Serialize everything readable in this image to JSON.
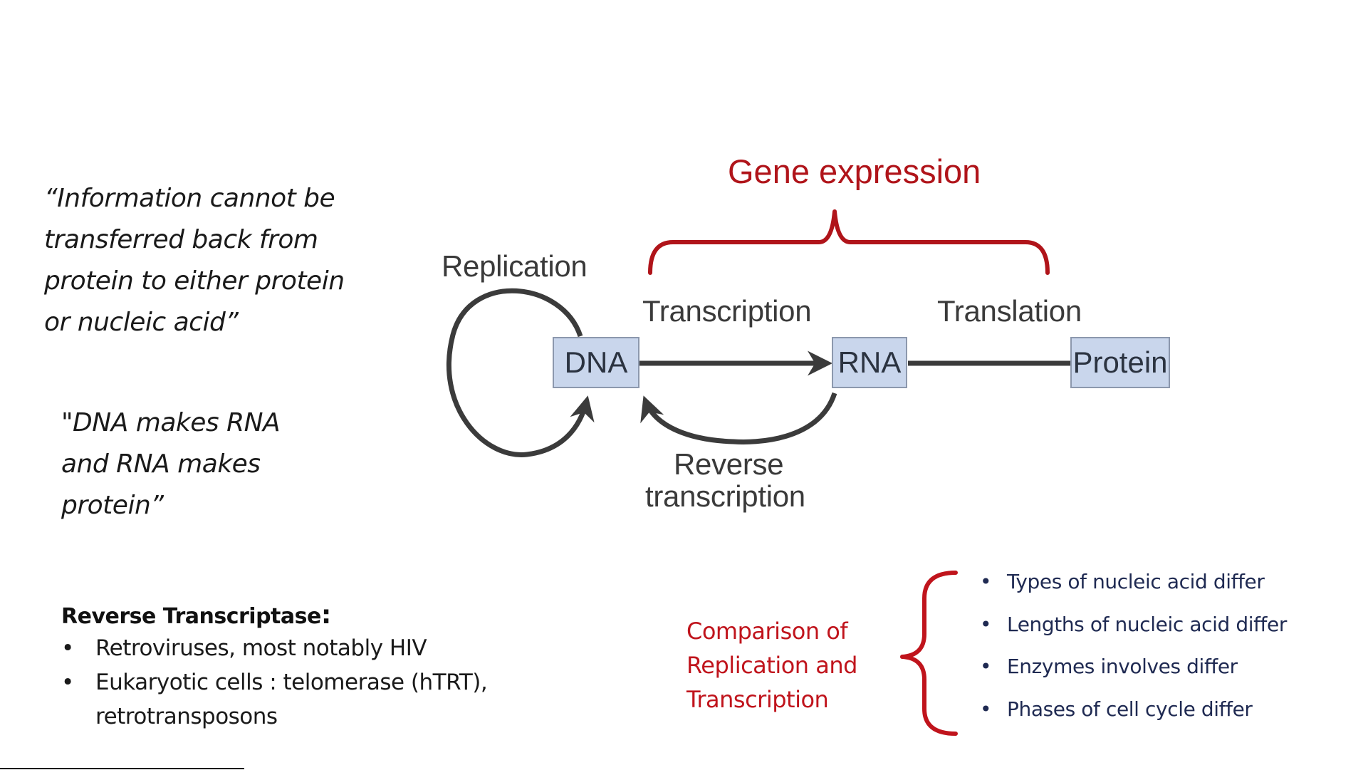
{
  "quotes": {
    "crick_lines": [
      "“Information cannot be",
      "transferred back from",
      "protein to either protein",
      "or nucleic acid”"
    ],
    "dogma_lines": [
      "\"DNA makes RNA",
      "and RNA makes",
      "protein”"
    ]
  },
  "diagram": {
    "group_label": "Gene expression",
    "nodes": {
      "dna": "DNA",
      "rna": "RNA",
      "protein": "Protein"
    },
    "edges": {
      "replication": "Replication",
      "transcription": "Transcription",
      "translation": "Translation",
      "reverse_line1": "Reverse",
      "reverse_line2": "transcription"
    },
    "colors": {
      "accent_red": "#b0141a",
      "node_fill": "#c9d6ec",
      "arrow": "#3b3b3b"
    }
  },
  "reverse_transcriptase": {
    "heading": "Reverse Transcriptase",
    "heading_colon": ":",
    "bullet": "•",
    "items": [
      {
        "line1": "Retroviruses, most notably HIV",
        "line2": ""
      },
      {
        "line1": "Eukaryotic cells : telomerase (hTRT),",
        "line2": "retrotransposons"
      }
    ]
  },
  "comparison": {
    "title_lines": [
      "Comparison of",
      "Replication and",
      "Transcription"
    ],
    "bullet": "•",
    "items": [
      "Types of nucleic acid differ",
      "Lengths of nucleic acid differ",
      "Enzymes involves differ",
      "Phases of cell cycle differ"
    ]
  }
}
